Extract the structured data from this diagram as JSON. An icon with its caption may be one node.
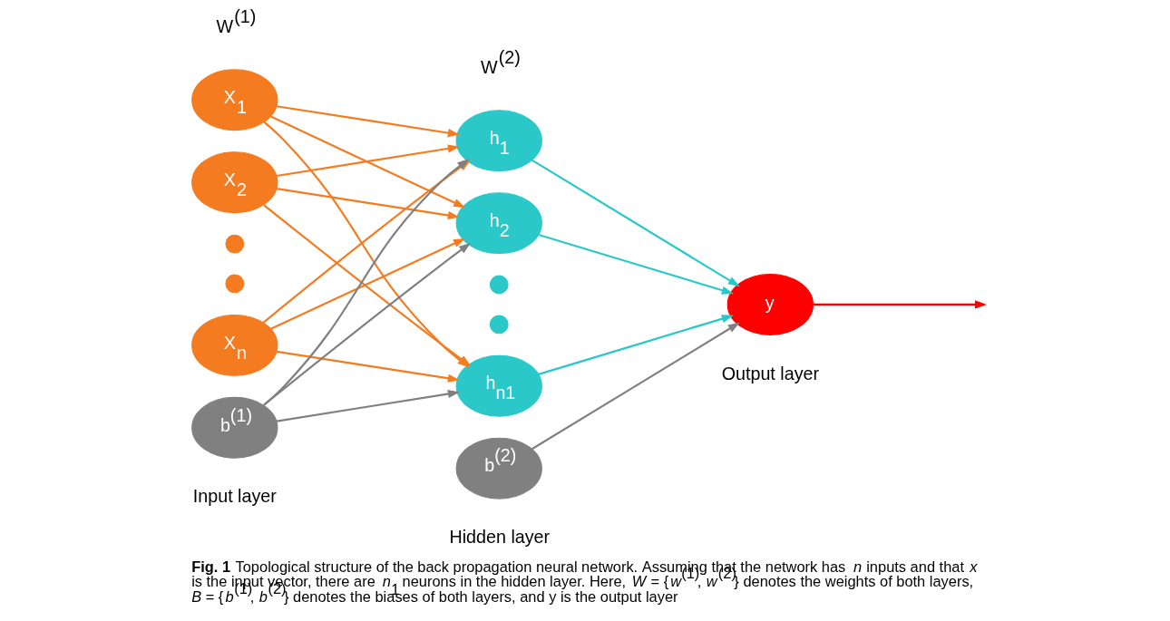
{
  "diagram": {
    "caption": "**Fig. 1** Topological structure of the back propagation neural network. Assuming that the network has *n* inputs and that *x* is the input vector, there are *n*$_{1}$ neurons in the hidden layer. Here, *W* = {*w*$^{(1)}$, *w*$^{(2)}$} denotes the weights of both layers, *B* = {*b*$^{(1)}$, *b*$^{(2)}$} denotes the biases of both layers, and y is the output layer",
    "nodes": [
      {
        "text": [
          "X$_{1}$"
        ]
      },
      {
        "text": [
          "X$_{2}$"
        ]
      },
      {
        "text": [],
        "shape": "circle"
      },
      {
        "text": [],
        "shape": "circle"
      },
      {
        "text": [
          "X$_{n}$"
        ]
      },
      {
        "text": [
          "b$^{(1)}$"
        ]
      },
      {
        "text": [
          "h$_{1}$"
        ]
      },
      {
        "text": [
          "h$_{2}$"
        ]
      },
      {
        "text": [],
        "shape": "circle"
      },
      {
        "text": [],
        "shape": "circle"
      },
      {
        "text": [
          "h$_{n1}$"
        ]
      },
      {
        "text": [
          "b$^{(2)}$"
        ]
      },
      {
        "text": [
          "y"
        ]
      }
    ],
    "edges": [
      {
        "from": 0,
        "to": 6,
        "arrow": "to"
      },
      {
        "from": 0,
        "to": 7,
        "arrow": "to"
      },
      {
        "from": 0,
        "to": 10,
        "arrow": "to"
      },
      {
        "from": 1,
        "to": 6,
        "arrow": "to"
      },
      {
        "from": 1,
        "to": 7,
        "arrow": "to"
      },
      {
        "from": 1,
        "to": 10,
        "arrow": "to"
      },
      {
        "from": 4,
        "to": 6,
        "arrow": "to"
      },
      {
        "from": 4,
        "to": 7,
        "arrow": "to"
      },
      {
        "from": 4,
        "to": 10,
        "arrow": "to"
      },
      {
        "from": 5,
        "to": 6,
        "arrow": "to",
        "color": "#808080"
      },
      {
        "from": 5,
        "to": 7,
        "arrow": "to",
        "color": "#808080"
      },
      {
        "from": 5,
        "to": 10,
        "arrow": "to",
        "color": "#808080"
      },
      {
        "from": 6,
        "to": 12,
        "arrow": "to",
        "color": "#2ac8c8"
      },
      {
        "from": 7,
        "to": 12,
        "arrow": "to",
        "color": "#2ac8c8"
      },
      {
        "from": 10,
        "to": 12,
        "arrow": "to",
        "color": "#2ac8c8"
      },
      {
        "from": 11,
        "to": 12,
        "arrow": "to",
        "color": "#808080"
      },
      {
        "from": 12,
        "to": null,
        "arrow": "to",
        "color": "#ff0000"
      }
    ],
    "labels": [
      "W$^{(1)}$",
      "W$^{(2)}$",
      "Input layer",
      "Hidden layer",
      "Output layer"
    ]
  }
}
